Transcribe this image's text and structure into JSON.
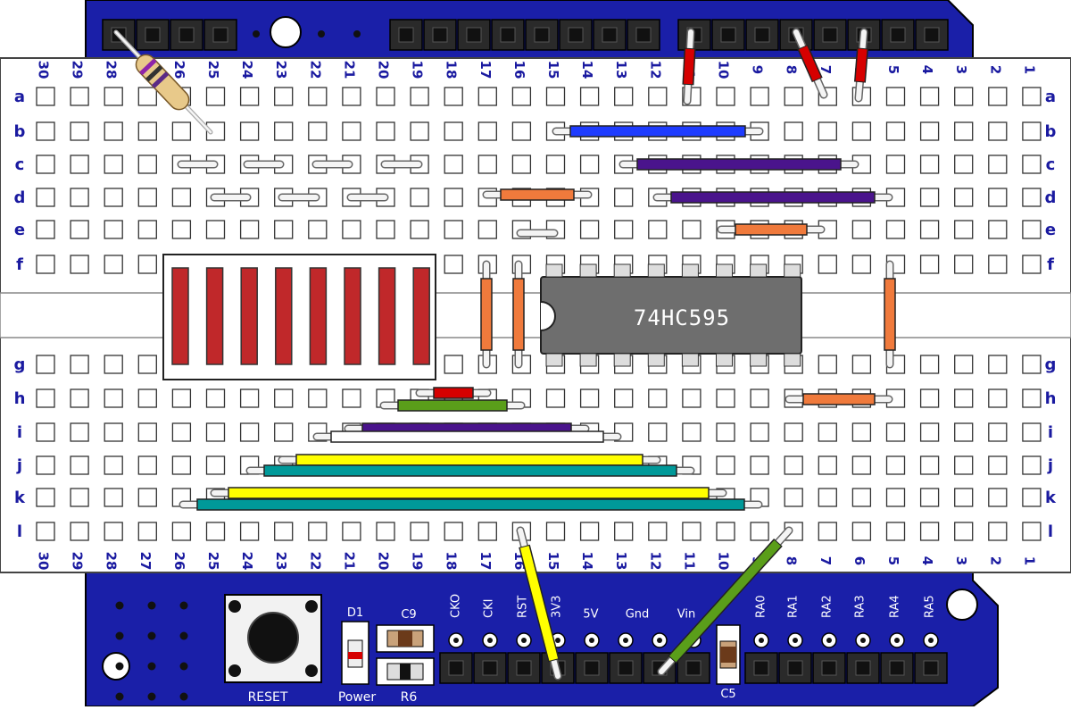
{
  "board": {
    "pcb_color": "#1a1fa8",
    "ic_label": "74HC595",
    "column_numbers": [
      "30",
      "29",
      "28",
      "27",
      "26",
      "25",
      "24",
      "23",
      "22",
      "21",
      "20",
      "19",
      "18",
      "17",
      "16",
      "15",
      "14",
      "13",
      "12",
      "11",
      "10",
      "9",
      "8",
      "7",
      "6",
      "5",
      "4",
      "3",
      "2",
      "1"
    ],
    "row_letters_top": [
      "a",
      "b",
      "c",
      "d",
      "e",
      "f"
    ],
    "row_letters_bottom": [
      "g",
      "h",
      "i",
      "j",
      "k",
      "l"
    ]
  },
  "pcb_labels": {
    "pins": [
      "CKO",
      "CKI",
      "RST",
      "3V3",
      "5V",
      "Gnd",
      "Vin",
      "RA0",
      "RA1",
      "RA2",
      "RA3",
      "RA4",
      "RA5"
    ],
    "reset": "RESET",
    "power": "Power",
    "d1": "D1",
    "c9": "C9",
    "r6": "R6",
    "c5": "C5"
  },
  "colors": {
    "orange": "#f07a3c",
    "blue": "#1e3cff",
    "purple": "#4a148c",
    "yellow": "#ffff00",
    "teal": "#009999",
    "green": "#5a9e1a",
    "red": "#d60000",
    "led": "#c0282a",
    "ic": "#6e6e6e",
    "label": "#1a1aa0"
  }
}
